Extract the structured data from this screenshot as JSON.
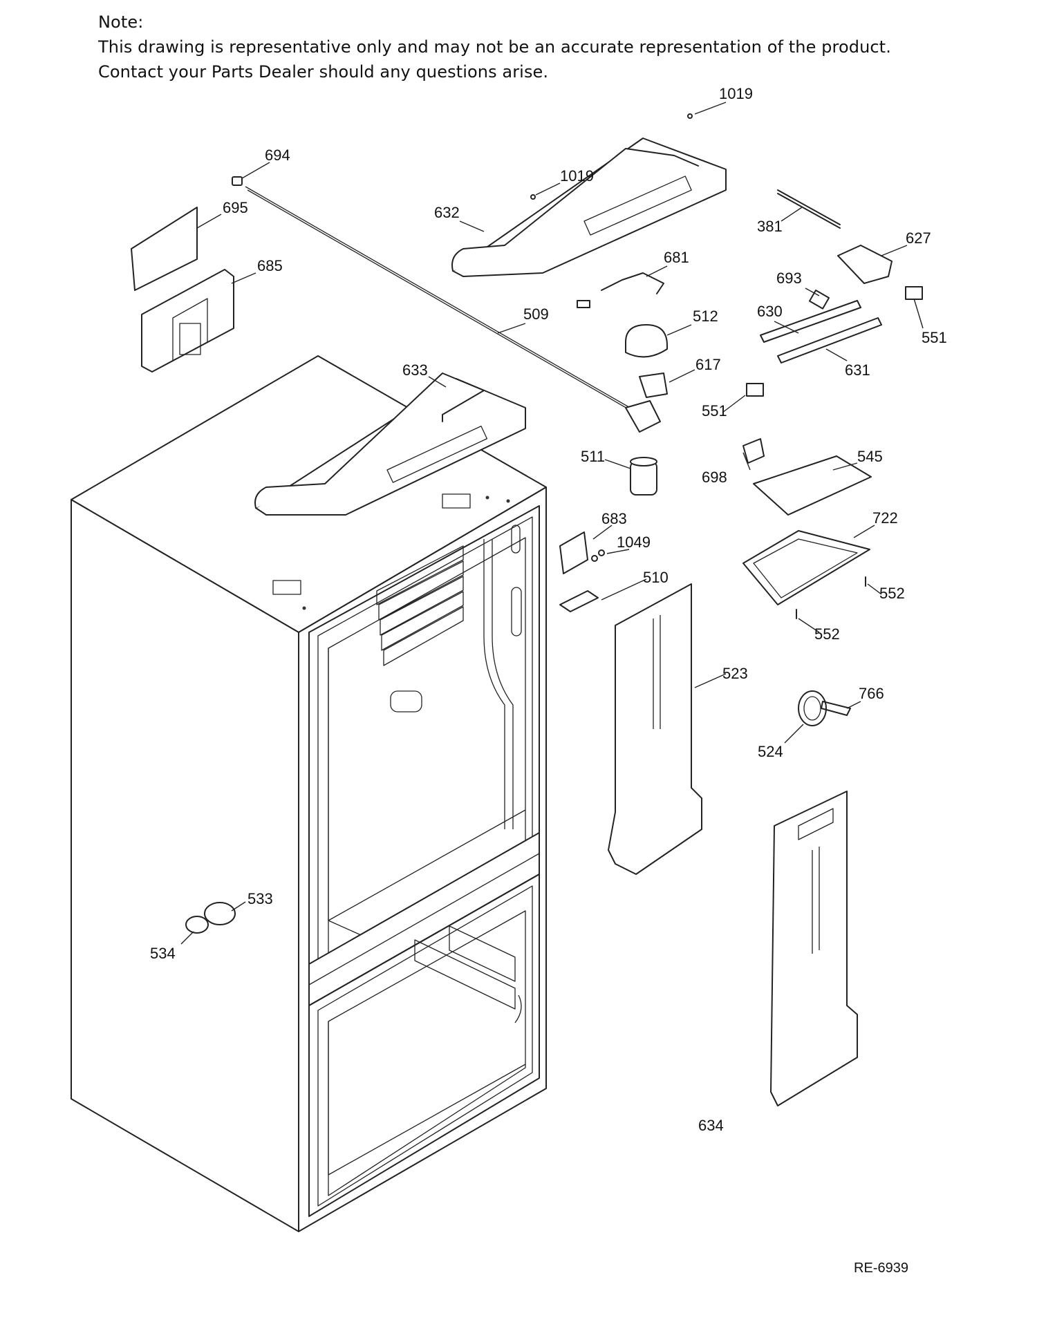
{
  "note": {
    "heading": "Note:",
    "line1": "This drawing is representative only and may not be an accurate representation of the product.",
    "line2": "Contact your Parts Dealer should any questions arise."
  },
  "reference_code": "RE-6939",
  "parts": [
    {
      "label": "1019"
    },
    {
      "label": "694"
    },
    {
      "label": "1019"
    },
    {
      "label": "695"
    },
    {
      "label": "632"
    },
    {
      "label": "381"
    },
    {
      "label": "627"
    },
    {
      "label": "685"
    },
    {
      "label": "681"
    },
    {
      "label": "693"
    },
    {
      "label": "509"
    },
    {
      "label": "512"
    },
    {
      "label": "630"
    },
    {
      "label": "551"
    },
    {
      "label": "633"
    },
    {
      "label": "617"
    },
    {
      "label": "631"
    },
    {
      "label": "551"
    },
    {
      "label": "511"
    },
    {
      "label": "545"
    },
    {
      "label": "698"
    },
    {
      "label": "683"
    },
    {
      "label": "722"
    },
    {
      "label": "1049"
    },
    {
      "label": "510"
    },
    {
      "label": "552"
    },
    {
      "label": "552"
    },
    {
      "label": "523"
    },
    {
      "label": "766"
    },
    {
      "label": "524"
    },
    {
      "label": "533"
    },
    {
      "label": "534"
    },
    {
      "label": "634"
    }
  ]
}
